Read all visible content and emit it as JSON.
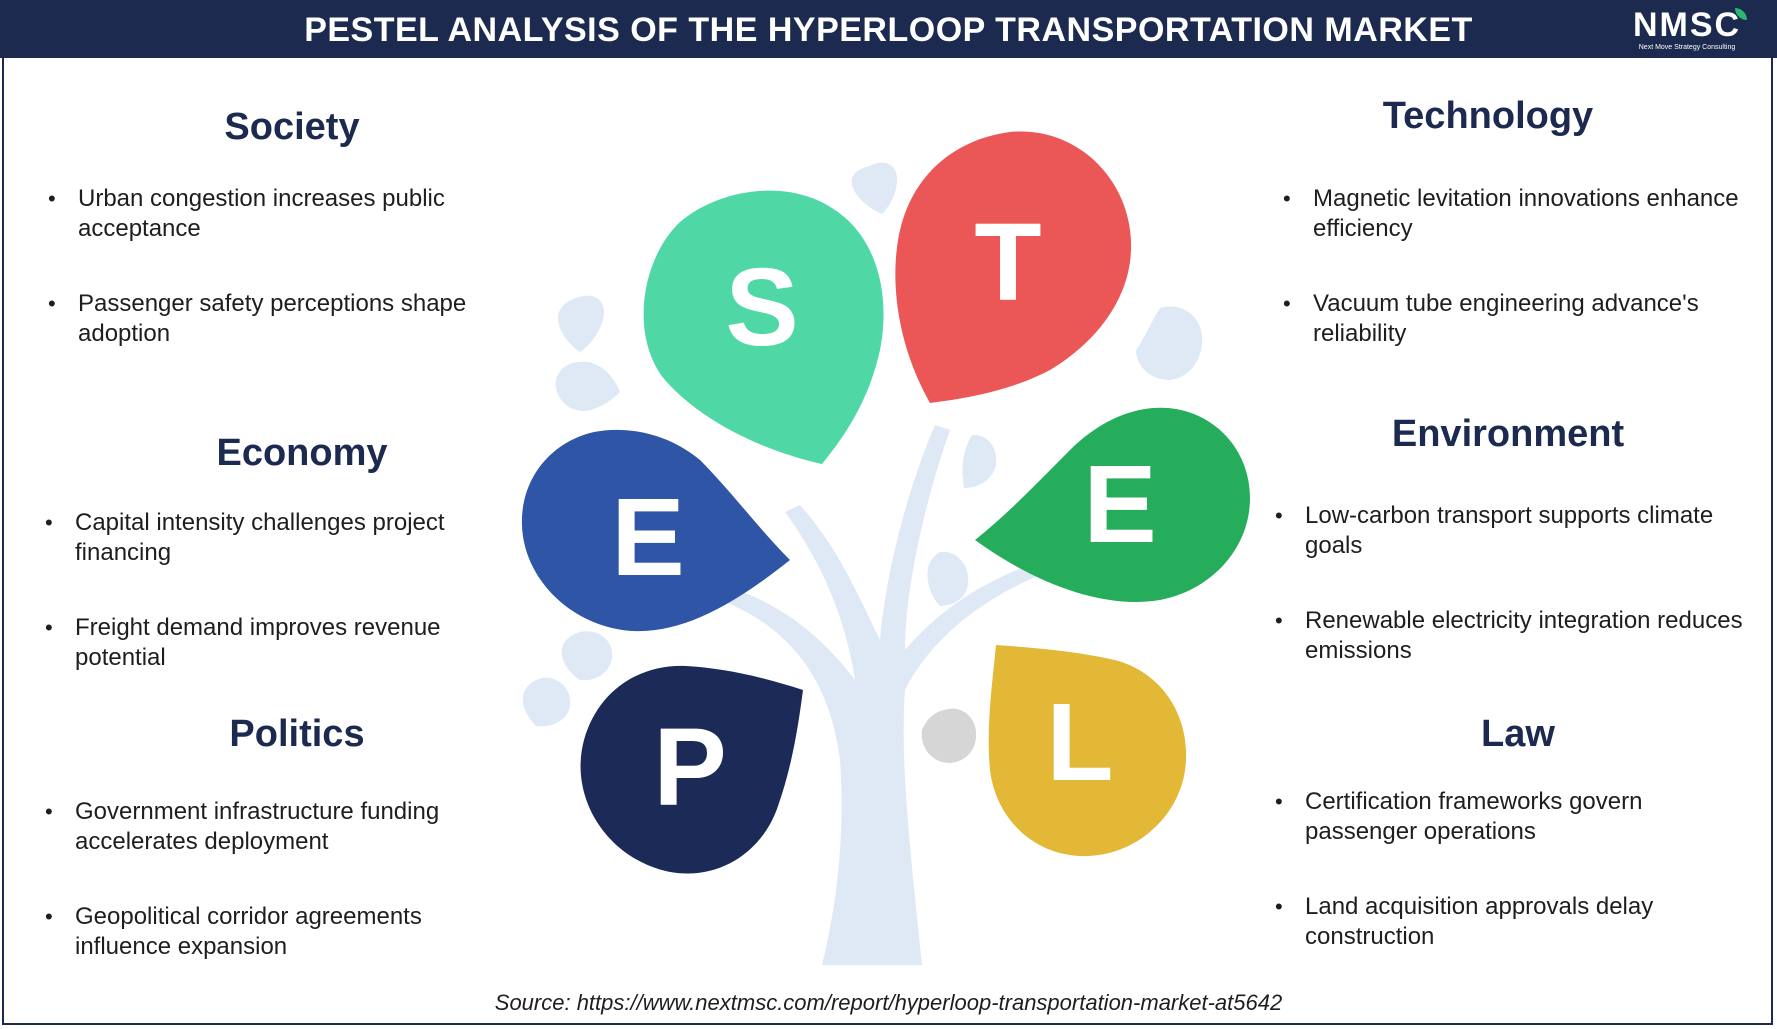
{
  "header": {
    "title": "PESTEL ANALYSIS OF THE HYPERLOOP TRANSPORTATION MARKET"
  },
  "logo": {
    "mark": "NMSC",
    "subtitle": "Next Move Strategy Consulting"
  },
  "society": {
    "title": "Society",
    "items": [
      "Urban congestion increases public acceptance",
      "Passenger safety perceptions shape adoption"
    ]
  },
  "economy": {
    "title": "Economy",
    "items": [
      "Capital intensity challenges project financing",
      "Freight demand improves revenue potential"
    ]
  },
  "politics": {
    "title": "Politics",
    "items": [
      "Government infrastructure funding accelerates deployment",
      "Geopolitical corridor agreements influence expansion"
    ]
  },
  "technology": {
    "title": "Technology",
    "items": [
      "Magnetic levitation innovations enhance efficiency",
      "Vacuum tube engineering advance's reliability"
    ]
  },
  "environment": {
    "title": "Environment",
    "items": [
      "Low-carbon transport supports climate goals",
      "Renewable electricity integration reduces emissions"
    ]
  },
  "law": {
    "title": "Law",
    "items": [
      "Certification frameworks govern passenger operations",
      "Land acquisition approvals delay construction"
    ]
  },
  "petals": {
    "s": {
      "letter": "S",
      "color": "#4fd8a6"
    },
    "t": {
      "letter": "T",
      "color": "#eb5757"
    },
    "e1": {
      "letter": "E",
      "color": "#2f56a6"
    },
    "e2": {
      "letter": "E",
      "color": "#25ad5c"
    },
    "p": {
      "letter": "P",
      "color": "#1b2a57"
    },
    "l": {
      "letter": "L",
      "color": "#e3b836"
    }
  },
  "colors": {
    "navy": "#1b2a4e",
    "trunk": "#dfe8f5",
    "grey_drop": "#d6d6d6"
  },
  "source": "Source: https://www.nextmsc.com/report/hyperloop-transportation-market-at5642"
}
